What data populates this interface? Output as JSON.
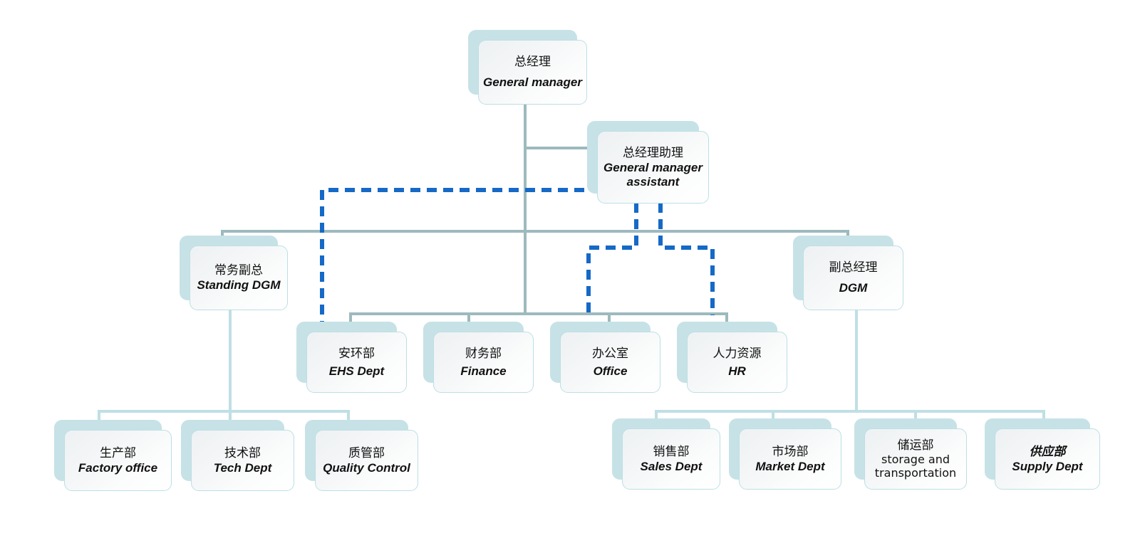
{
  "chart_title": "",
  "theme": {
    "background": "#ffffff",
    "node_shadow_fill": "#c7e2e6",
    "node_face_border": "#bcdfe4",
    "node_face_fill": "#f6f8f9",
    "solid_connector_upper": "#9dbabd",
    "solid_connector_lower": "#bfdfe4",
    "dashed_connector": "#1569c7",
    "text_color": "#111111"
  },
  "nodes": {
    "gm": {
      "cn": "总经理",
      "en": "General manager"
    },
    "gm_asst": {
      "cn": "总经理助理",
      "en": "General manager assistant"
    },
    "standing": {
      "cn": "常务副总",
      "en": "Standing DGM"
    },
    "dgm": {
      "cn": "副总经理",
      "en": "DGM"
    },
    "ehs": {
      "cn": "安环部",
      "en": "EHS Dept"
    },
    "finance": {
      "cn": "财务部",
      "en": "Finance"
    },
    "office": {
      "cn": "办公室",
      "en": "Office"
    },
    "hr": {
      "cn": "人力资源",
      "en": "HR"
    },
    "factory": {
      "cn": "生产部",
      "en": "Factory office"
    },
    "tech": {
      "cn": "技术部",
      "en": "Tech Dept"
    },
    "quality": {
      "cn": "质管部",
      "en": "Quality Control"
    },
    "sales": {
      "cn": "销售部",
      "en": "Sales Dept"
    },
    "market": {
      "cn": "市场部",
      "en": "Market Dept"
    },
    "storage": {
      "cn": "储运部",
      "en": "storage and transportation"
    },
    "supply": {
      "cn": "供应部",
      "en": "Supply Dept"
    }
  },
  "chart_data": {
    "type": "diagram",
    "diagram_kind": "organization-chart",
    "levels": [
      [
        "gm"
      ],
      [
        "gm_asst"
      ],
      [
        "standing",
        "dgm"
      ],
      [
        "ehs",
        "finance",
        "office",
        "hr"
      ],
      [
        "factory",
        "tech",
        "quality",
        "sales",
        "market",
        "storage",
        "supply"
      ]
    ],
    "solid_edges": [
      {
        "from": "gm",
        "to": "gm_asst"
      },
      {
        "from": "gm",
        "to": "standing"
      },
      {
        "from": "gm",
        "to": "dgm"
      },
      {
        "from": "gm",
        "to": "ehs"
      },
      {
        "from": "gm",
        "to": "finance"
      },
      {
        "from": "gm",
        "to": "office"
      },
      {
        "from": "gm",
        "to": "hr"
      },
      {
        "from": "standing",
        "to": "factory"
      },
      {
        "from": "standing",
        "to": "tech"
      },
      {
        "from": "standing",
        "to": "quality"
      },
      {
        "from": "dgm",
        "to": "sales"
      },
      {
        "from": "dgm",
        "to": "market"
      },
      {
        "from": "dgm",
        "to": "storage"
      },
      {
        "from": "dgm",
        "to": "supply"
      }
    ],
    "dashed_edges": [
      {
        "from": "gm_asst",
        "to": "ehs",
        "style": "dashed",
        "color": "#1569c7"
      },
      {
        "from": "gm_asst",
        "to": "office",
        "style": "dashed",
        "color": "#1569c7"
      },
      {
        "from": "gm_asst",
        "to": "hr",
        "style": "dashed",
        "color": "#1569c7"
      }
    ]
  }
}
